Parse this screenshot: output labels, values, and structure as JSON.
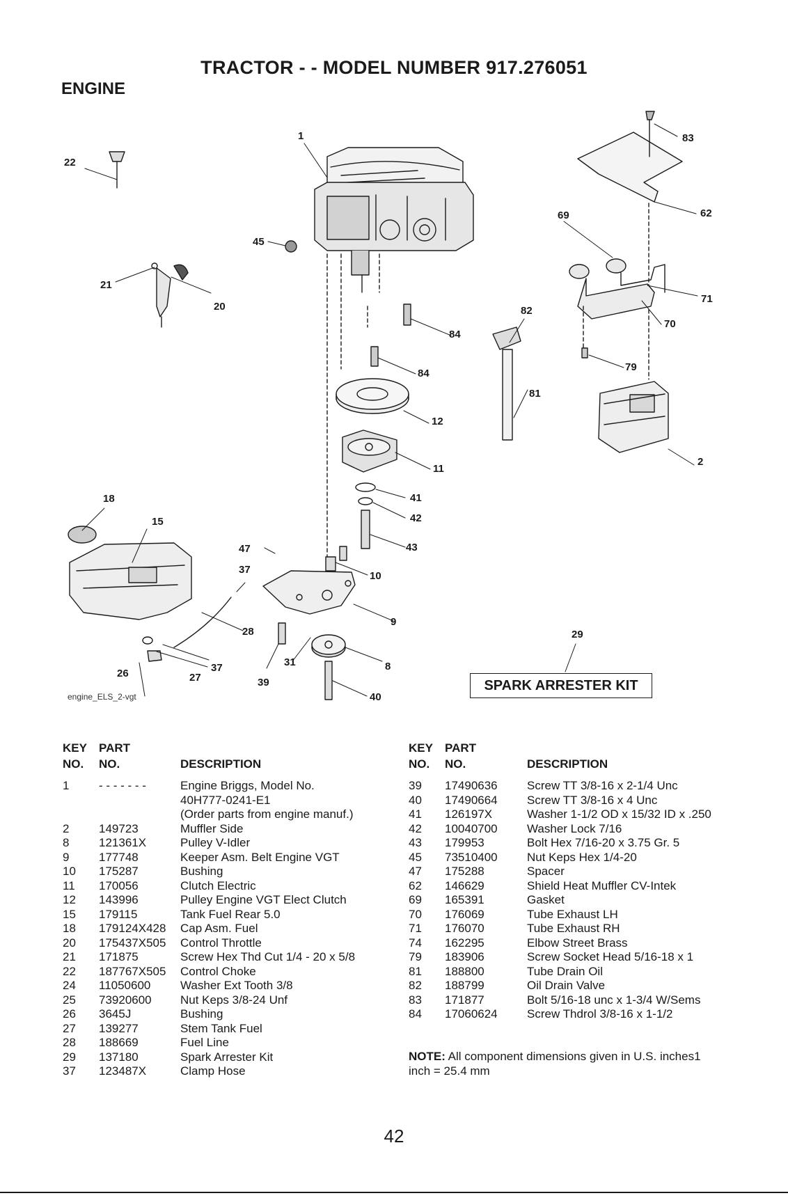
{
  "page_title": "TRACTOR - - MODEL NUMBER 917.276051",
  "section_title": "ENGINE",
  "diagram": {
    "drawing_id": "engine_ELS_2-vgt",
    "kit_label": "SPARK ARRESTER KIT",
    "callouts": {
      "c1": "1",
      "c22": "22",
      "c21": "21",
      "c20": "20",
      "c45": "45",
      "c84a": "84",
      "c84b": "84",
      "c12": "12",
      "c11": "11",
      "c41": "41",
      "c42": "42",
      "c43": "43",
      "c47": "47",
      "c37a": "37",
      "c10": "10",
      "c9": "9",
      "c28": "28",
      "c31": "31",
      "c39": "39",
      "c8": "8",
      "c40": "40",
      "c26": "26",
      "c27": "27",
      "c37b": "37",
      "c18": "18",
      "c15": "15",
      "c83": "83",
      "c62": "62",
      "c69": "69",
      "c71": "71",
      "c70": "70",
      "c82": "82",
      "c79": "79",
      "c81": "81",
      "c2": "2",
      "c29": "29"
    }
  },
  "table_headers": {
    "key_line1": "KEY",
    "key_line2": "NO.",
    "part_line1": "PART",
    "part_line2": "NO.",
    "description": "DESCRIPTION"
  },
  "parts_left": [
    {
      "key": "1",
      "part": "- - - - - - -",
      "desc": "Engine Briggs, Model No."
    },
    {
      "key": "",
      "part": "",
      "desc": "40H777-0241-E1"
    },
    {
      "key": "",
      "part": "",
      "desc": "(Order parts from engine manuf.)"
    },
    {
      "key": "2",
      "part": "149723",
      "desc": "Muffler Side"
    },
    {
      "key": "8",
      "part": "121361X",
      "desc": "Pulley V-Idler"
    },
    {
      "key": "9",
      "part": "177748",
      "desc": "Keeper Asm. Belt Engine VGT"
    },
    {
      "key": "10",
      "part": "175287",
      "desc": "Bushing"
    },
    {
      "key": "11",
      "part": "170056",
      "desc": "Clutch Electric"
    },
    {
      "key": "12",
      "part": "143996",
      "desc": "Pulley Engine VGT Elect Clutch"
    },
    {
      "key": "15",
      "part": "179115",
      "desc": "Tank Fuel Rear 5.0"
    },
    {
      "key": "18",
      "part": "179124X428",
      "desc": "Cap Asm. Fuel"
    },
    {
      "key": "20",
      "part": "175437X505",
      "desc": "Control Throttle"
    },
    {
      "key": "21",
      "part": "171875",
      "desc": "Screw Hex Thd Cut 1/4 - 20 x 5/8"
    },
    {
      "key": "22",
      "part": "187767X505",
      "desc": "Control Choke"
    },
    {
      "key": "24",
      "part": "11050600",
      "desc": "Washer Ext Tooth 3/8"
    },
    {
      "key": "25",
      "part": "73920600",
      "desc": "Nut Keps  3/8-24 Unf"
    },
    {
      "key": "26",
      "part": "3645J",
      "desc": "Bushing"
    },
    {
      "key": "27",
      "part": "139277",
      "desc": "Stem Tank Fuel"
    },
    {
      "key": "28",
      "part": "188669",
      "desc": "Fuel Line"
    },
    {
      "key": "29",
      "part": "137180",
      "desc": "Spark Arrester Kit"
    },
    {
      "key": "37",
      "part": "123487X",
      "desc": "Clamp Hose"
    }
  ],
  "parts_right": [
    {
      "key": "39",
      "part": "17490636",
      "desc": "Screw TT  3/8-16 x 2-1/4 Unc"
    },
    {
      "key": "40",
      "part": "17490664",
      "desc": "Screw TT  3/8-16 x 4 Unc"
    },
    {
      "key": "41",
      "part": "126197X",
      "desc": "Washer 1-1/2 OD x 15/32 ID x .250"
    },
    {
      "key": "42",
      "part": "10040700",
      "desc": "Washer Lock 7/16"
    },
    {
      "key": "43",
      "part": "179953",
      "desc": "Bolt Hex 7/16-20 x 3.75 Gr. 5"
    },
    {
      "key": "45",
      "part": "73510400",
      "desc": "Nut Keps Hex 1/4-20"
    },
    {
      "key": "47",
      "part": "175288",
      "desc": "Spacer"
    },
    {
      "key": "62",
      "part": "146629",
      "desc": "Shield Heat Muffler CV-Intek"
    },
    {
      "key": "69",
      "part": "165391",
      "desc": "Gasket"
    },
    {
      "key": "70",
      "part": "176069",
      "desc": "Tube Exhaust LH"
    },
    {
      "key": "71",
      "part": "176070",
      "desc": "Tube Exhaust RH"
    },
    {
      "key": "74",
      "part": "162295",
      "desc": "Elbow Street Brass"
    },
    {
      "key": "79",
      "part": "183906",
      "desc": "Screw Socket Head 5/16-18 x 1"
    },
    {
      "key": "81",
      "part": "188800",
      "desc": "Tube Drain Oil"
    },
    {
      "key": "82",
      "part": "188799",
      "desc": "Oil Drain Valve"
    },
    {
      "key": "83",
      "part": "171877",
      "desc": "Bolt 5/16-18 unc x 1-3/4 W/Sems"
    },
    {
      "key": "84",
      "part": "17060624",
      "desc": "Screw Thdrol 3/8-16 x 1-1/2"
    }
  ],
  "note": {
    "label": "NOTE:",
    "text": " All component dimensions given in U.S. inches1 inch = 25.4 mm"
  },
  "page_number": "42"
}
